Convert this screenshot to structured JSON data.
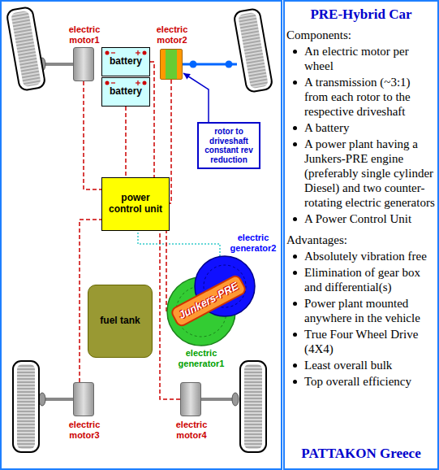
{
  "diagram": {
    "title": "PRE-Hybrid Car",
    "caption": "PATTAKON Greece",
    "nodes": [
      {
        "text": [
          "electric motor1"
        ]
      },
      {
        "text": [
          "battery"
        ]
      },
      {
        "text": [
          "battery"
        ]
      },
      {
        "text": [
          "electric motor2"
        ]
      },
      {
        "text": [
          "rotor to driveshaft constant rev reduction"
        ]
      },
      {
        "text": [
          "power control unit"
        ]
      },
      {
        "text": [
          "electric generator2"
        ]
      },
      {
        "text": [
          "fuel tank"
        ]
      },
      {
        "text": [
          "Junkers-PRE"
        ]
      },
      {
        "text": [
          "electric generator1"
        ]
      },
      {
        "text": [
          "electric motor3"
        ]
      },
      {
        "text": [
          "electric motor4"
        ]
      }
    ],
    "edges": [
      {
        "from": 0,
        "to": 5,
        "arrow": "none"
      },
      {
        "from": 1,
        "to": 5,
        "arrow": "none"
      },
      {
        "from": 2,
        "to": 5,
        "arrow": "none"
      },
      {
        "from": 3,
        "to": 5,
        "arrow": "none"
      },
      {
        "from": 6,
        "to": 5,
        "arrow": "none"
      },
      {
        "from": 9,
        "to": 5,
        "arrow": "none"
      },
      {
        "from": 10,
        "to": 5,
        "arrow": "none"
      },
      {
        "from": 11,
        "to": 5,
        "arrow": "none"
      },
      {
        "from": 4,
        "to": 3,
        "arrow": "to"
      }
    ],
    "labels": [
      "Components:",
      "An electric motor per wheel",
      "A transmission (~3:1) from each rotor to the respective driveshaft",
      "A battery",
      "A power plant having a Junkers-PRE engine (preferably single cylinder Diesel) and two counter-rotating electric generators",
      "A Power Control Unit",
      "Advantages:",
      "Absolutely vibration free",
      "Elimination of gear box and differential(s)",
      "Power plant mounted anywhere in the vehicle",
      "True Four Wheel Drive (4X4)",
      "Least overall bulk",
      "Top overall efficiency"
    ]
  }
}
